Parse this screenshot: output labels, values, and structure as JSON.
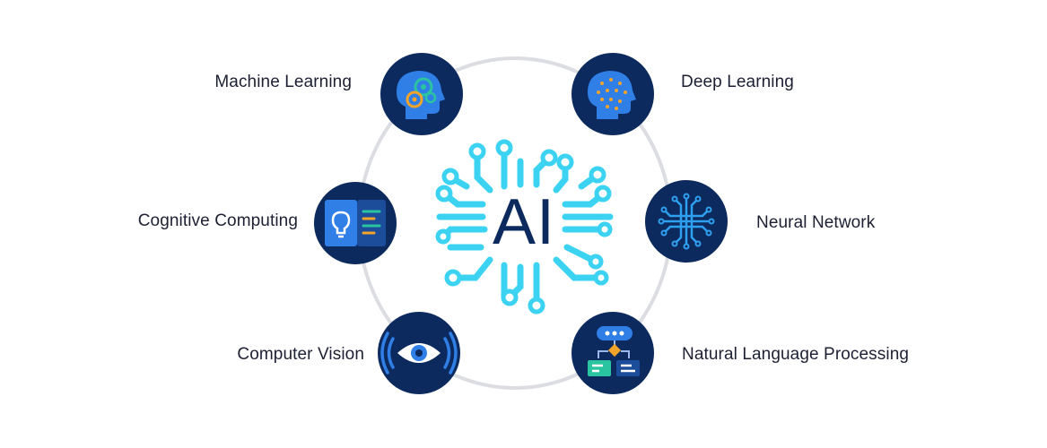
{
  "center": {
    "text": "AI"
  },
  "nodes": {
    "machine_learning": {
      "label": "Machine Learning",
      "icon": "head-gears-icon"
    },
    "deep_learning": {
      "label": "Deep Learning",
      "icon": "head-neurons-icon"
    },
    "cognitive_computing": {
      "label": "Cognitive Computing",
      "icon": "lightbulb-panel-icon"
    },
    "neural_network": {
      "label": "Neural Network",
      "icon": "circuit-chip-icon"
    },
    "computer_vision": {
      "label": "Computer Vision",
      "icon": "eye-icon"
    },
    "nlp": {
      "label": "Natural Language Processing",
      "icon": "chat-flow-icon"
    }
  },
  "colors": {
    "node_bg": "#0c2a5d",
    "ring": "#dcdde2",
    "circuit": "#3cd3f2",
    "icon_blue": "#2f7fe6",
    "gear_orange": "#f2a42a",
    "gear_green": "#2bc4a0",
    "text": "#1d2033"
  }
}
